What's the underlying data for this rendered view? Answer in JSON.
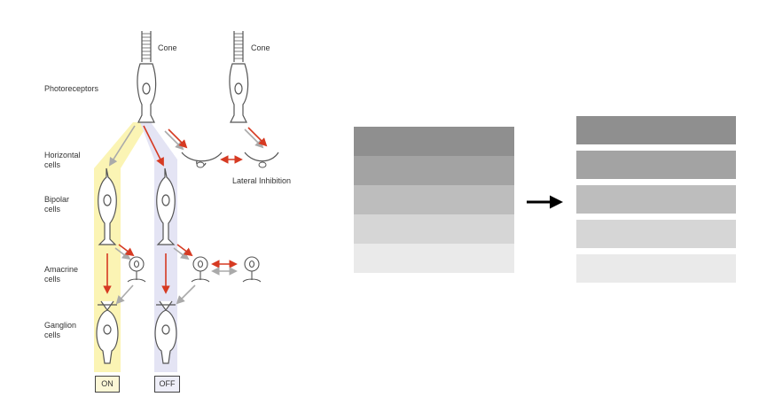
{
  "retina": {
    "cone_label_left": "Cone",
    "cone_label_right": "Cone",
    "row_labels": {
      "photoreceptors": "Photoreceptors",
      "horizontal": [
        "Horizontal",
        "cells"
      ],
      "bipolar": [
        "Bipolar",
        "cells"
      ],
      "amacrine": [
        "Amacrine",
        "cells"
      ],
      "ganglion": [
        "Ganglion",
        "cells"
      ]
    },
    "lateral_inhibition": "Lateral Inhibition",
    "on_label": "ON",
    "off_label": "OFF",
    "colors": {
      "on_pathway": "#fbf4b4",
      "off_pathway": "#e4e4f4",
      "excitatory_arrow": "#d63a22",
      "inhibitory_arrow": "#aaaaaa",
      "cell_outline": "#555555"
    }
  },
  "bands_before": {
    "fills": [
      "#8f8f8f",
      "#a3a3a3",
      "#bdbdbd",
      "#d6d6d6",
      "#eaeaea"
    ]
  },
  "bands_after": {
    "fills": [
      "#8f8f8f",
      "#a3a3a3",
      "#bdbdbd",
      "#d6d6d6",
      "#eaeaea"
    ]
  },
  "transition_arrow_icon": "right-arrow-icon"
}
